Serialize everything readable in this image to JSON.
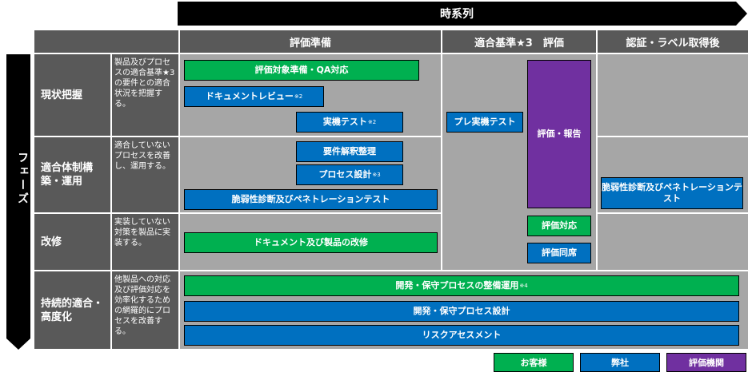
{
  "timeline": {
    "label": "時系列"
  },
  "phase_axis": {
    "label": "フェーズ"
  },
  "columns": {
    "evaluation_prep": "評価準備",
    "conformance_eval": "適合基準★3　評価",
    "post_certification": "認証・ラベル取得後"
  },
  "phases": {
    "current": {
      "title": "現状把握",
      "desc": "製品及びプロセスの適合基準★3の要件との適合状況を把握する。"
    },
    "compliance": {
      "title": "適合体制構築・運用",
      "desc": "適合していないプロセスを改善し、運用する。"
    },
    "repair": {
      "title": "改修",
      "desc": "実装していない対策を製品に実装する。"
    },
    "sustain": {
      "title": "持続的適合・高度化",
      "desc": "他製品への対応及び評価対応を効率化するための網羅的にプロセスを改善する。"
    }
  },
  "tasks": {
    "eval_target_prep": {
      "label": "評価対象準備・QA対応"
    },
    "doc_review": {
      "label": "ドキュメントレビュー",
      "note": "※2"
    },
    "device_test": {
      "label": "実機テスト",
      "note": "※2"
    },
    "pre_test": {
      "label": "プレ実機テスト"
    },
    "eval_report": {
      "label": "評価・報告"
    },
    "req_analysis": {
      "label": "要件解釈整理"
    },
    "process_design": {
      "label": "プロセス設計",
      "note": "※3"
    },
    "vuln_pentest": {
      "label": "脆弱性診断及びペネトレーションテスト"
    },
    "vuln_pentest_post": {
      "label": "脆弱性診断及びペネトレーションテスト"
    },
    "eval_response": {
      "label": "評価対応"
    },
    "eval_attend": {
      "label": "評価同席"
    },
    "doc_product_fix": {
      "label": "ドキュメント及び製品の改修"
    },
    "dev_maint_ops": {
      "label": "開発・保守プロセスの整備運用",
      "note": "※4"
    },
    "dev_maint_design": {
      "label": "開発・保守プロセス設計"
    },
    "risk_assessment": {
      "label": "リスクアセスメント"
    }
  },
  "legend": {
    "customer": "お客様",
    "company": "弊社",
    "evaluator": "評価機関"
  },
  "colors": {
    "customer": "#00b050",
    "company": "#0070c0",
    "evaluator": "#7030a0",
    "header": "#595959",
    "grid": "#a6a6a6"
  }
}
